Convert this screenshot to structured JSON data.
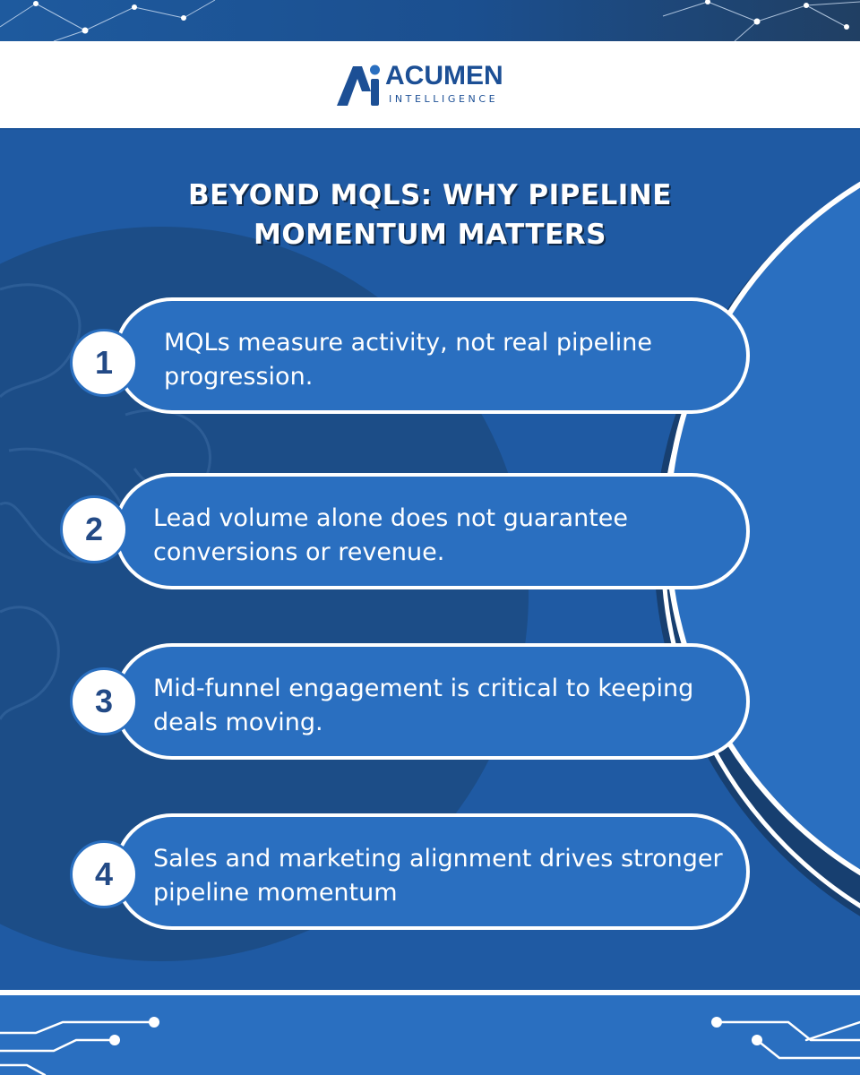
{
  "brand": {
    "name": "ACUMEN",
    "tagline": "INTELLIGENCE",
    "mark_letters": "Ai",
    "primary_color": "#1c4f95",
    "accent_color": "#2a6fc0"
  },
  "title": {
    "line1": "BEYOND MQLS: WHY PIPELINE",
    "line2": "MOMENTUM MATTERS"
  },
  "points": [
    {
      "number": "1",
      "text": "MQLs measure activity, not real pipeline progression."
    },
    {
      "number": "2",
      "text": "Lead volume alone does not guarantee conversions or revenue."
    },
    {
      "number": "3",
      "text": "Mid-funnel engagement is critical to keeping deals moving."
    },
    {
      "number": "4",
      "text": "Sales and marketing alignment drives stronger pipeline momentum"
    }
  ],
  "decor": {
    "top": "network-graphic",
    "bottom": "circuit-graphic",
    "background": "world-map-graphic"
  }
}
